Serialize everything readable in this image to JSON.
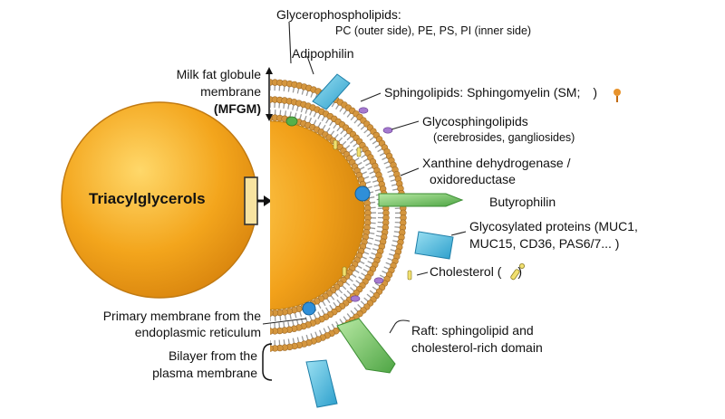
{
  "core": {
    "label": "Triacylglycerols"
  },
  "labels": {
    "glycerophospholipids": {
      "title": "Glycerophospholipids:",
      "detail": "PC (outer side), PE, PS, PI (inner side)"
    },
    "adipophilin": "Adipophilin",
    "mfgm": {
      "line1": "Milk fat globule",
      "line2": "membrane",
      "line3": "(MFGM)"
    },
    "sphingolipids": {
      "title": "Sphingolipids:",
      "detail": "Sphingomyelin (SM;",
      "close": ")"
    },
    "glycosphingolipids": {
      "title": "Glycosphingolipids",
      "detail": "(cerebrosides, gangliosides)"
    },
    "xanthine": {
      "line1": "Xanthine dehydrogenase /",
      "line2": "oxidoreductase"
    },
    "butyrophilin": "Butyrophilin",
    "glycosylated": {
      "line1": "Glycosylated proteins (MUC1,",
      "line2": "MUC15, CD36, PAS6/7... )"
    },
    "cholesterol": {
      "title": "Cholesterol (",
      "close": ")"
    },
    "primary": {
      "line1": "Primary membrane from the",
      "line2": "endoplasmic reticulum"
    },
    "raft": {
      "line1": "Raft: sphingolipid and",
      "line2": "cholesterol-rich domain"
    },
    "bilayer": {
      "line1": "Bilayer from the",
      "line2": "plasma membrane"
    }
  },
  "colors": {
    "core": "#f3a51c",
    "lipid_head": "#d4963e",
    "adipophilin": "#5fc4e0",
    "butyrophilin": "#7cc86a",
    "xanthine": "#2f8fd8",
    "glycolipid": "#a57ad0",
    "cholesterol": "#f1e070"
  }
}
